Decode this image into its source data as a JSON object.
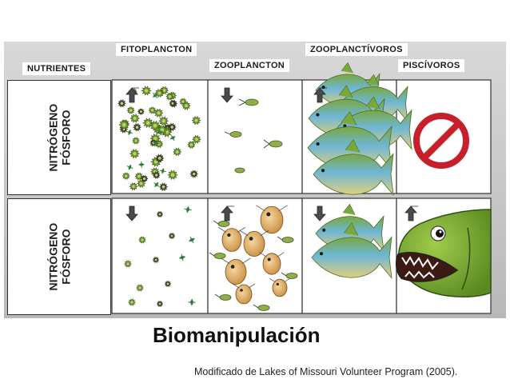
{
  "headers": {
    "nutrientes": "NUTRIENTES",
    "fitoplancton": "FITOPLANCTON",
    "zooplancton": "ZOOPLANCTON",
    "zooplanctivoros": "ZOOPLANCTÍVOROS",
    "piscivoros": "PISCÍVOROS"
  },
  "rows": [
    {
      "label_line1": "NITRÓGENO",
      "label_line2": "FÓSFORO",
      "arrows": [
        "up",
        "down",
        "up",
        "none"
      ],
      "no_piscivores_symbol": "prohibited-icon"
    },
    {
      "label_line1": "NITRÓGENO",
      "label_line2": "FÓSFORO",
      "arrows": [
        "down",
        "up",
        "down",
        "up"
      ]
    }
  ],
  "caption": {
    "title": "Biomanipulación",
    "source": "Modificado de Lakes of Missouri Volunteer Program (2005)."
  },
  "colors": {
    "phyto_green": "#6f9a2c",
    "phyto_dark": "#3e3e3e",
    "fish_green": "#7aa83a",
    "fish_blue": "#6db6d6",
    "fish_yellow": "#e1d07c",
    "prohibited_red": "#c8202a",
    "zooplankton_orange": "#d9a460",
    "arrow_gray": "#4a4a4a"
  }
}
